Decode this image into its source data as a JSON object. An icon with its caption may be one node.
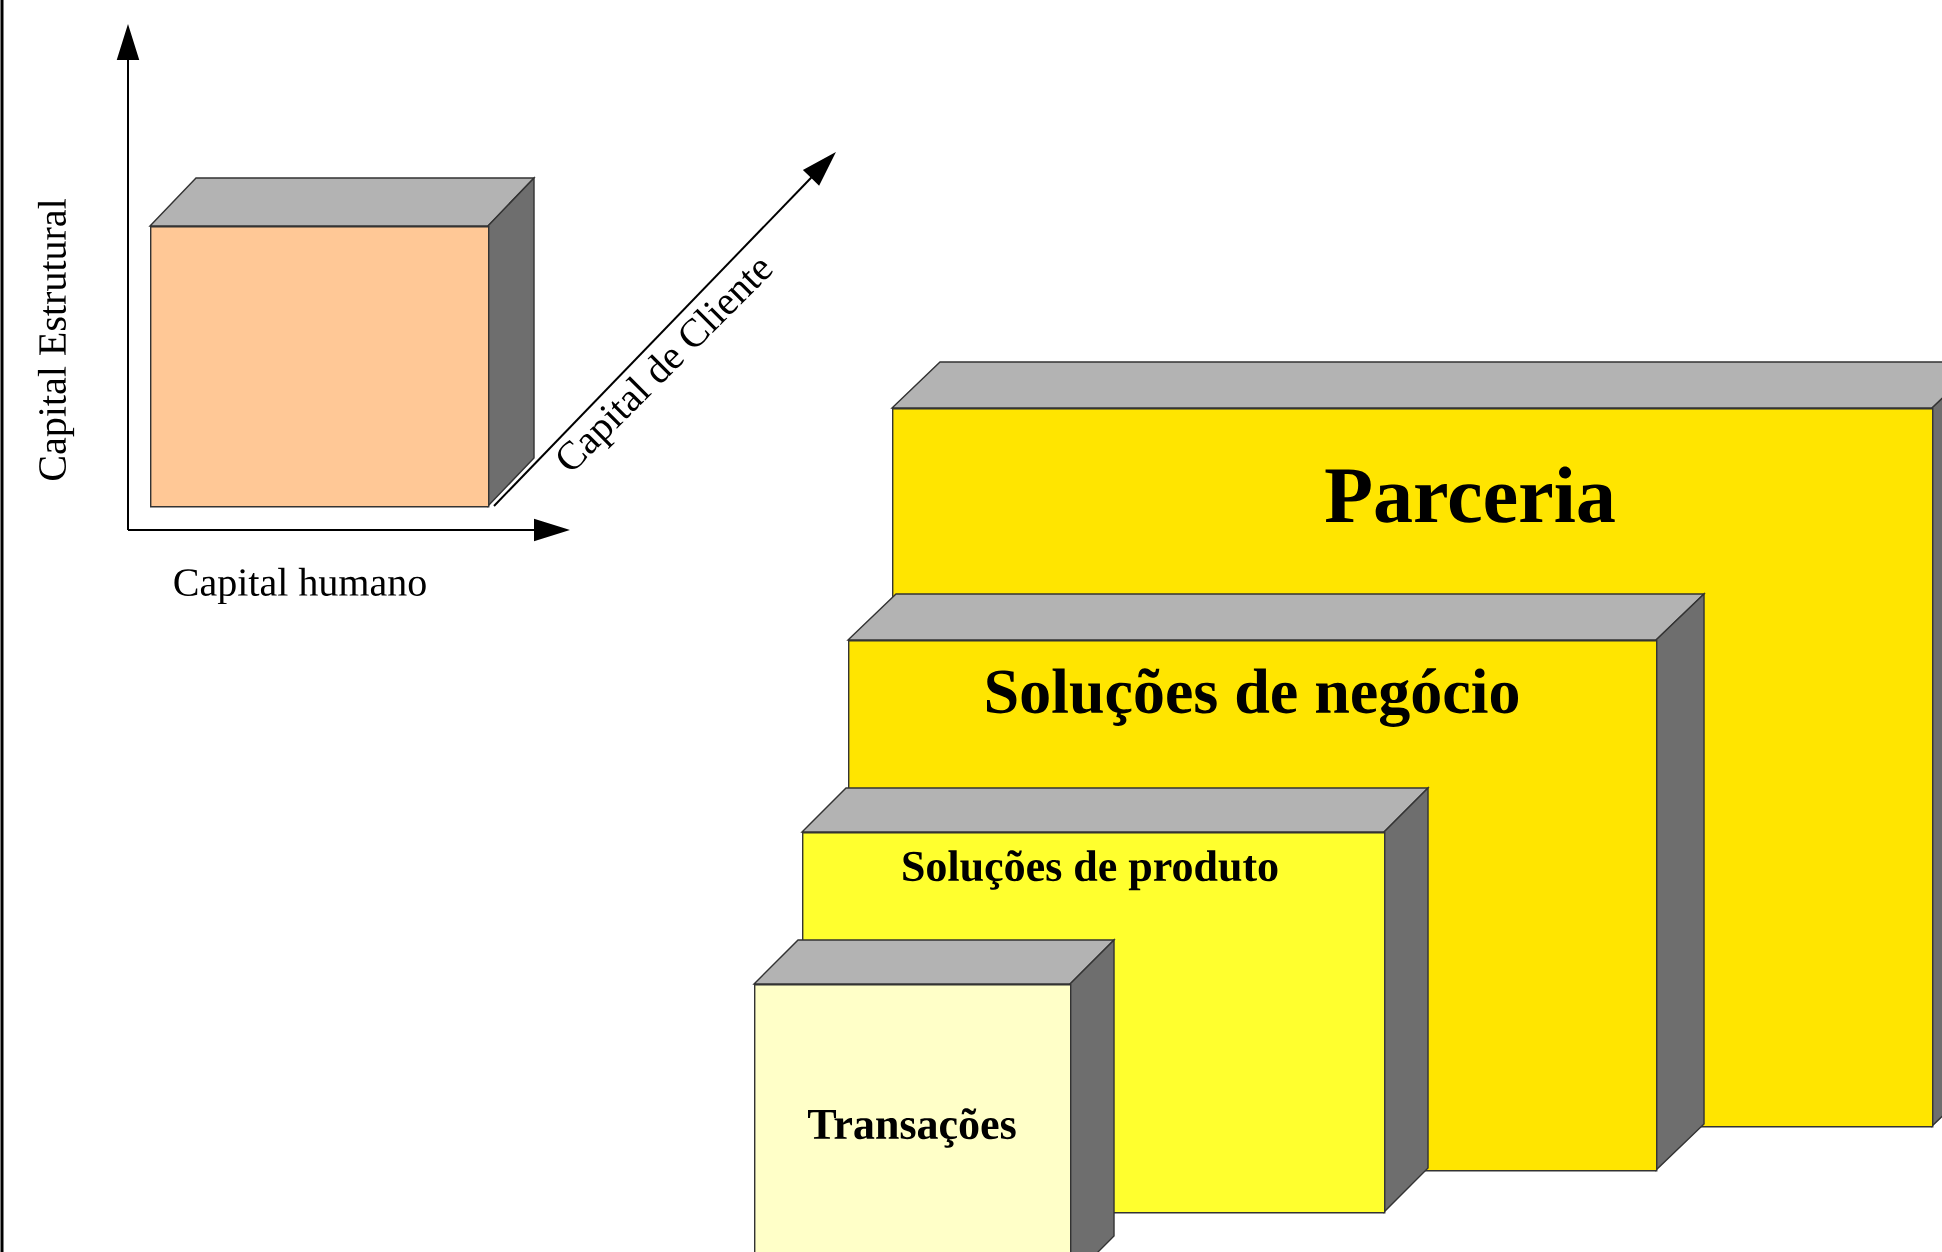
{
  "diagram": {
    "nodes": [
      {
        "text": [],
        "shape": "box"
      },
      {
        "text": [
          "Parceria"
        ]
      },
      {
        "text": [
          "Soluções de negócio"
        ]
      },
      {
        "text": [
          "Soluções de produto"
        ]
      },
      {
        "text": [
          "Transações"
        ]
      }
    ],
    "labels": [
      "Capital Estrutural",
      "Capital de Cliente",
      "Capital humano"
    ]
  }
}
